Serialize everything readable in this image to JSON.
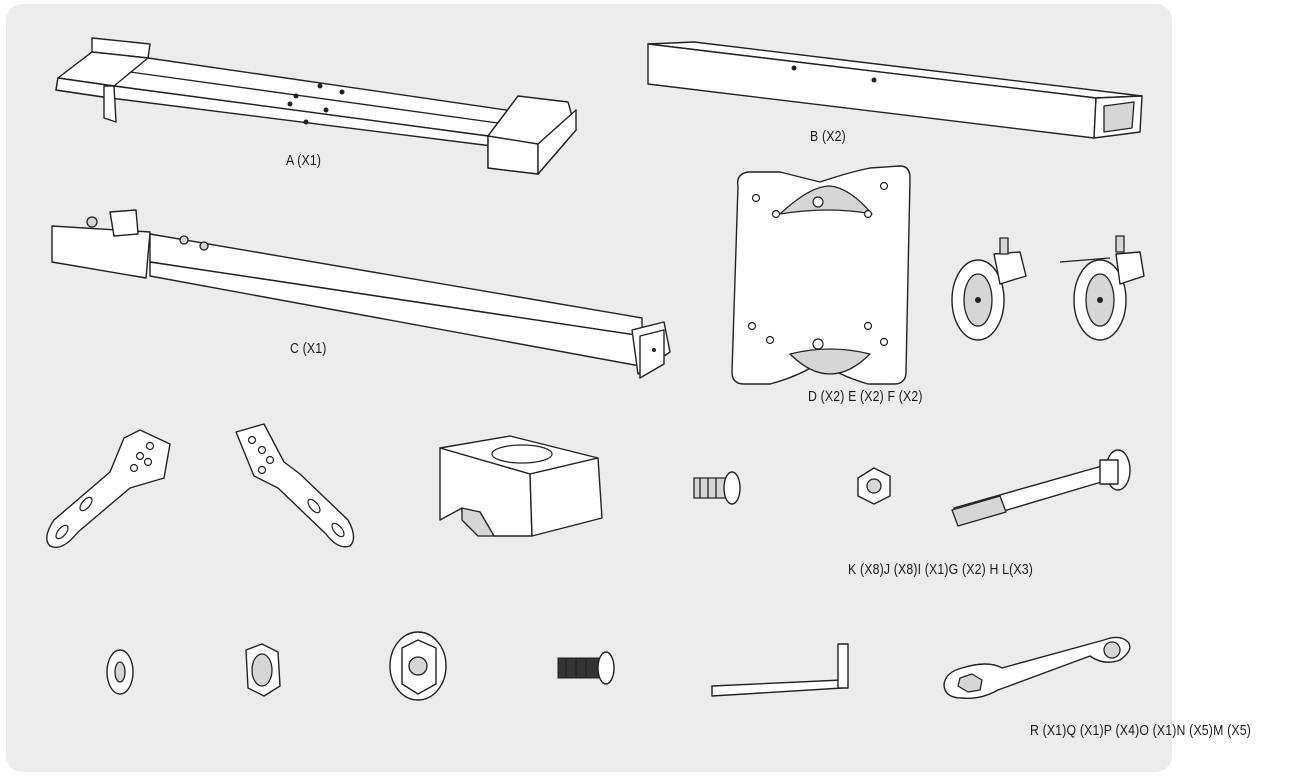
{
  "parts": {
    "a": "A (X1)",
    "b": "B (X2)",
    "c": "C (X1)",
    "def": "D (X2) E (X2) F (X2)",
    "kjighl": "K (X8)J (X8)I (X1)G (X2) H L(X3)",
    "rqponm": "R (X1)Q (X1)P (X4)O (X1)N (X5)M (X5)"
  }
}
